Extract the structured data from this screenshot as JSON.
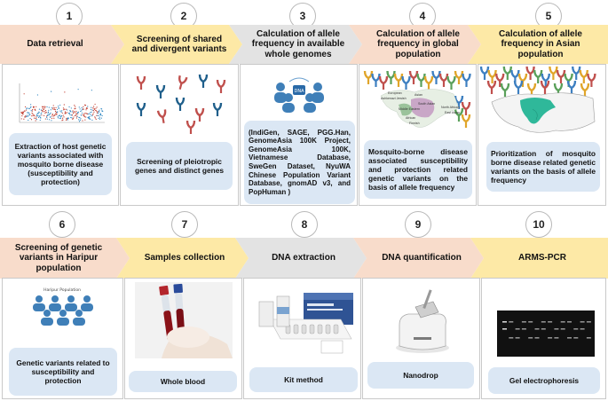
{
  "steps_row1": [
    {
      "num": "1",
      "title": "Data retrieval",
      "caption": "Extraction of host genetic variants associated with mosquito borne disease (susceptibility and protection)",
      "color": "#f8dccb"
    },
    {
      "num": "2",
      "title": "Screening of shared and divergent variants",
      "caption": "Screening of pleiotropic genes and distinct genes",
      "color": "#fde9a6"
    },
    {
      "num": "3",
      "title": "Calculation of allele frequency in available whole genomes",
      "caption": "(IndiGen, SAGE, PGG.Han, GenomeAsia 100K Project, GenomeAsia 100K, Vietnamese Database, SweGen Dataset, NyuWA Chinese Population Variant Database, gnomAD v3, and PopHuman )",
      "color": "#e3e3e3"
    },
    {
      "num": "4",
      "title": "Calculation of allele frequency in global population",
      "caption": "Mosquito-borne disease associated susceptibility and protection related genetic variants on the basis of allele frequency",
      "color": "#f8dccb"
    },
    {
      "num": "5",
      "title": "Calculation of allele frequency in Asian population",
      "caption": "Prioritization of mosquito borne disease related genetic variants on the basis of allele frequency",
      "color": "#fde9a6"
    }
  ],
  "steps_row2": [
    {
      "num": "6",
      "title": "Screening of genetic variants in Haripur population",
      "caption": "Genetic variants related to susceptibility and protection",
      "color": "#f8dccb"
    },
    {
      "num": "7",
      "title": "Samples collection",
      "caption": "Whole blood",
      "color": "#fde9a6"
    },
    {
      "num": "8",
      "title": "DNA extraction",
      "caption": "Kit method",
      "color": "#e3e3e3"
    },
    {
      "num": "9",
      "title": "DNA quantification",
      "caption": "Nanodrop",
      "color": "#f8dccb"
    },
    {
      "num": "10",
      "title": "ARMS-PCR",
      "caption": "Gel electrophoresis",
      "color": "#fde9a6"
    }
  ],
  "haripur_label": "Haripur Population",
  "map_labels": [
    "European",
    "Ashkenazi Jewish",
    "Asian",
    "South Asian",
    "East Asian",
    "North African",
    "Middle Eastern",
    "African",
    "Finnish"
  ],
  "icon_names": [
    "manhattan-plot",
    "gene-icon",
    "population-group-icon",
    "world-map",
    "asia-map",
    "people-group-icon",
    "blood-tubes",
    "dna-kit",
    "nanodrop-device",
    "gel-image"
  ]
}
